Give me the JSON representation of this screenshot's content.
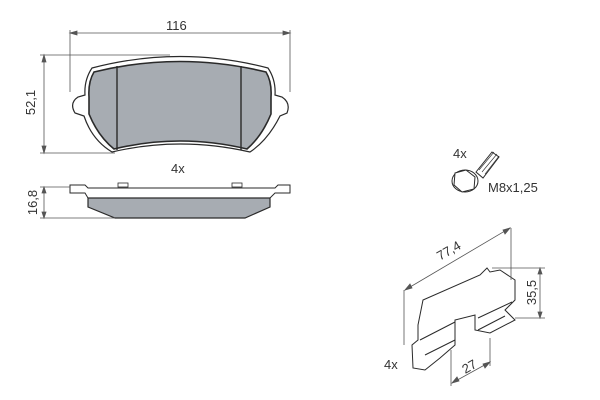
{
  "diagram": {
    "type": "technical-drawing",
    "subject": "brake pad set with fitting kit",
    "colors": {
      "line": "#2a2a2a",
      "pad_fill": "#a7acb2",
      "dim_line": "#555555"
    }
  },
  "brake_pad": {
    "width_label": "116",
    "height_label": "52,1",
    "thickness_label": "16,8",
    "quantity_label": "4x"
  },
  "bolt": {
    "quantity_label": "4x",
    "thread_label": "M8x1,25"
  },
  "clip": {
    "length_label": "77,4",
    "height_label": "35,5",
    "width_label": "27",
    "quantity_label": "4x"
  }
}
